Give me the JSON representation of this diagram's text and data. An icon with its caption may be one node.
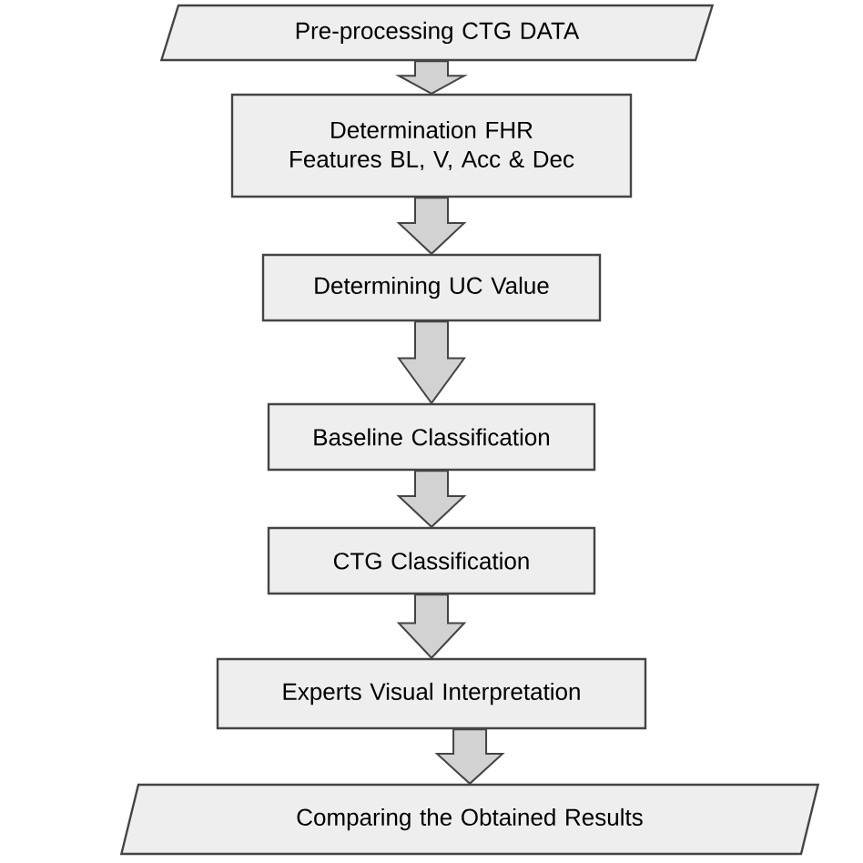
{
  "diagram": {
    "nodes": [
      {
        "text": [
          "Pre-processing CTG DATA"
        ]
      },
      {
        "text": [
          "Determination FHR Features BL, V, Acc & Dec"
        ]
      },
      {
        "text": [
          "Determining UC Value"
        ]
      },
      {
        "text": [
          "Baseline Classification"
        ]
      },
      {
        "text": [
          "CTG Classification"
        ]
      },
      {
        "text": [
          "Experts Visual Interpretation"
        ]
      },
      {
        "text": [
          "Comparing the Obtained Results"
        ]
      }
    ],
    "edges": [
      {
        "from": 0,
        "to": 1,
        "arrow": "to"
      },
      {
        "from": 1,
        "to": 2,
        "arrow": "to"
      },
      {
        "from": 2,
        "to": 3,
        "arrow": "to"
      },
      {
        "from": 3,
        "to": 4,
        "arrow": "to"
      },
      {
        "from": 4,
        "to": 5,
        "arrow": "to"
      },
      {
        "from": 5,
        "to": 6,
        "arrow": "to"
      }
    ]
  }
}
